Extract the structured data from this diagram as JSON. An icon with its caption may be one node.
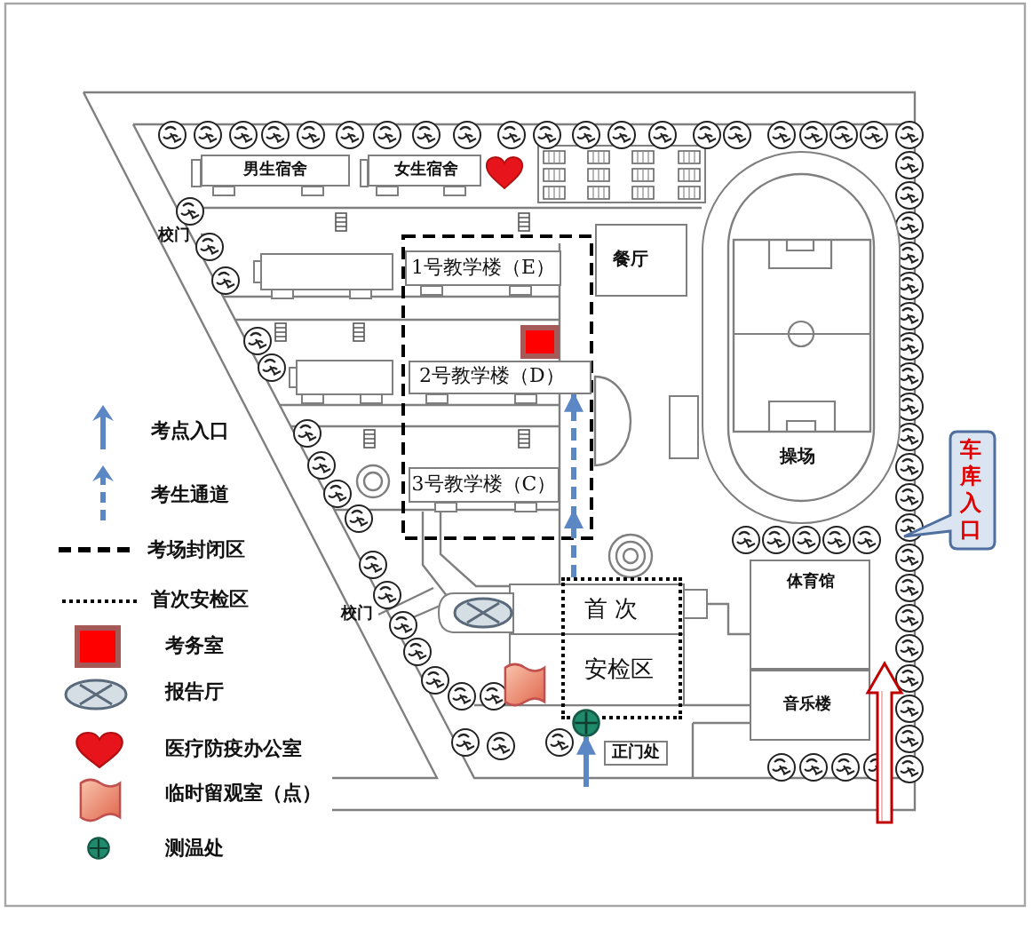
{
  "diagram": {
    "nodes": [
      {
        "text": [
          "男生宿舍"
        ]
      },
      {
        "text": [
          "女生宿舍"
        ]
      },
      {
        "text": [
          "1号教学楼（E）"
        ]
      },
      {
        "text": [
          "餐厅"
        ]
      },
      {
        "text": [
          "2号教学楼（D）"
        ]
      },
      {
        "text": [
          "操场"
        ]
      },
      {
        "text": [
          "车库入口"
        ]
      },
      {
        "text": [
          "3号教学楼（C）"
        ]
      },
      {
        "text": [
          "体育馆"
        ]
      },
      {
        "text": [
          "首 次",
          "安检区"
        ]
      },
      {
        "text": [
          "音乐楼"
        ]
      },
      {
        "text": [],
        "shape": "circle"
      },
      {
        "text": [
          "正门处"
        ]
      }
    ],
    "edges": [
      {
        "from": null,
        "to": 11,
        "arrow": "to"
      },
      {
        "from": 9,
        "to": 4,
        "arrow": "to",
        "style": "dashed"
      }
    ],
    "labels": [
      "校门",
      "校门"
    ],
    "legend": [
      {
        "text": "考点入口"
      },
      {
        "text": "考生通道"
      },
      {
        "text": "考场封闭区"
      },
      {
        "text": "首次安检区"
      },
      {
        "text": "考务室",
        "color": "#ff0000"
      },
      {
        "text": "报告厅"
      },
      {
        "text": "医疗防疫办公室"
      },
      {
        "text": "临时留观室（点）"
      },
      {
        "text": "测温处"
      }
    ]
  }
}
